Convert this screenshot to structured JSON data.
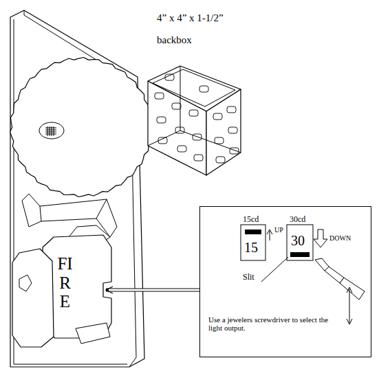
{
  "diagram": {
    "nodes": [
      {
        "text": [
          "15cd",
          "15",
          "UP",
          "30cd",
          "30",
          "DOWN",
          "Slit",
          "Use a jewelers screwdriver to select the light output."
        ]
      },
      {
        "text": [
          "FIRE"
        ]
      }
    ],
    "edges": [
      {
        "from": 0,
        "to": 1,
        "arrow": "to"
      }
    ],
    "labels": [
      "4” x 4” x 1-1/2”",
      "backbox"
    ]
  }
}
